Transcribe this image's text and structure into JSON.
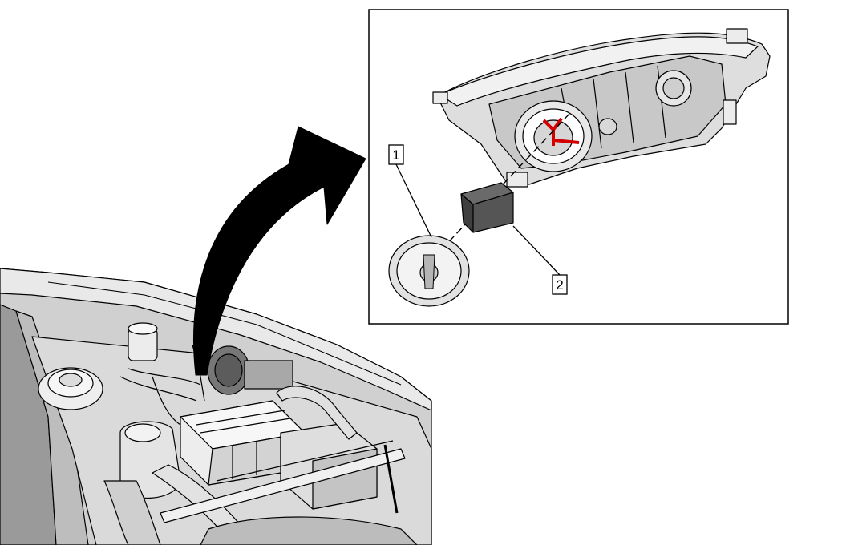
{
  "callouts": [
    {
      "id": "1",
      "label": "1"
    },
    {
      "id": "2",
      "label": "2"
    }
  ],
  "colors": {
    "line": "#000000",
    "fill_light": "#e6e6e6",
    "fill_mid": "#c9c9c9",
    "fill_dark": "#8e8e8e",
    "block": "#555555",
    "highlight": "#d40000",
    "arrow": "#000000"
  }
}
